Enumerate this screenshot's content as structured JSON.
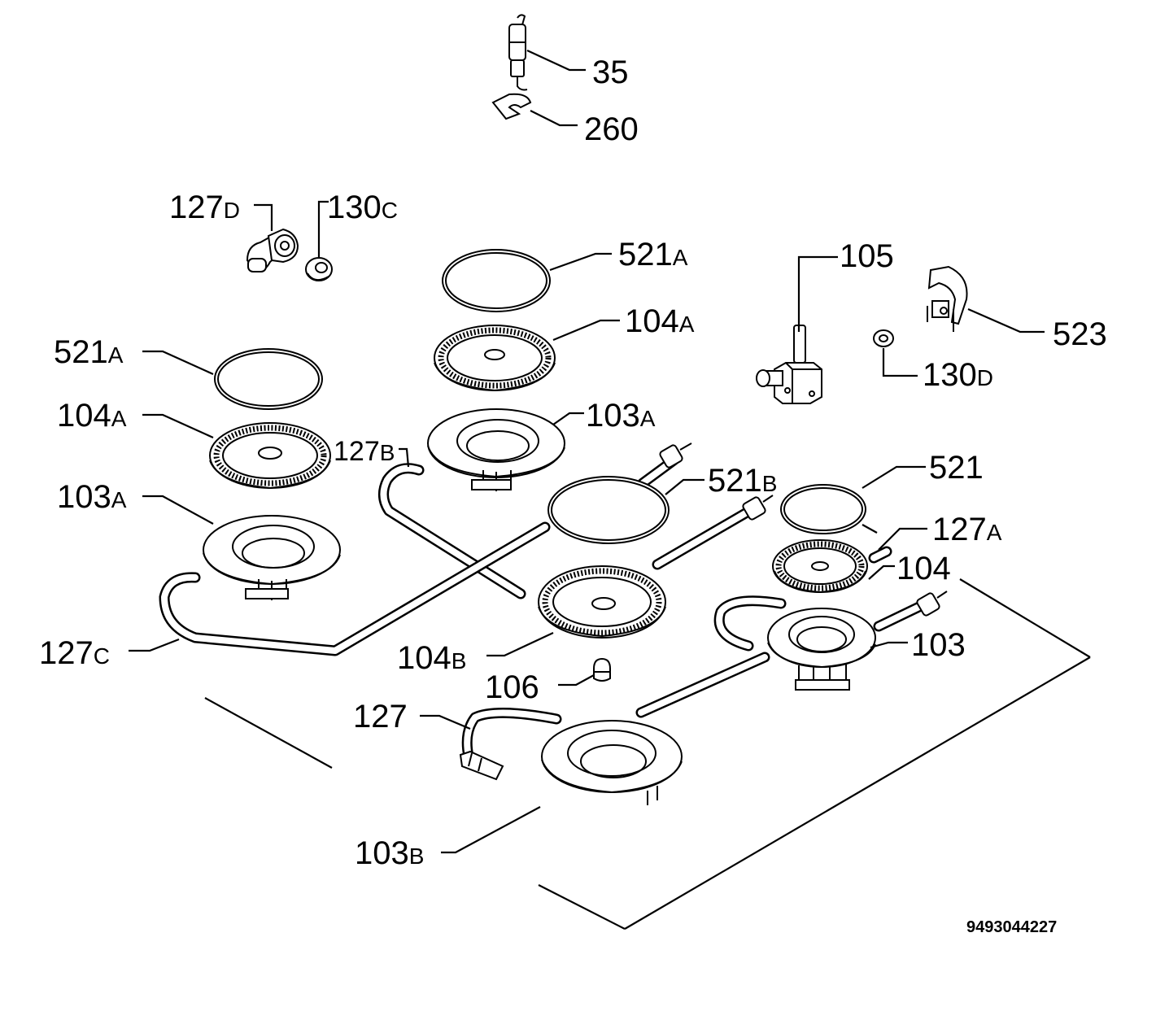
{
  "callouts": {
    "c35": "35",
    "c260": "260",
    "c127d": {
      "num": "127",
      "suffix": "D"
    },
    "c130c": {
      "num": "130",
      "suffix": "C"
    },
    "c521a_top": {
      "num": "521",
      "suffix": "A"
    },
    "c104a_top": {
      "num": "104",
      "suffix": "A"
    },
    "c103a_top": {
      "num": "103",
      "suffix": "A"
    },
    "c521a_left": {
      "num": "521",
      "suffix": "A"
    },
    "c104a_left": {
      "num": "104",
      "suffix": "A"
    },
    "c103a_left": {
      "num": "103",
      "suffix": "A"
    },
    "c127b": {
      "num": "127",
      "suffix": "B"
    },
    "c105": "105",
    "c523": "523",
    "c130d": {
      "num": "130",
      "suffix": "D"
    },
    "c521b": {
      "num": "521",
      "suffix": "B"
    },
    "c521": "521",
    "c127a": {
      "num": "127",
      "suffix": "A"
    },
    "c104": "104",
    "c103": "103",
    "c127c": {
      "num": "127",
      "suffix": "C"
    },
    "c104b": {
      "num": "104",
      "suffix": "B"
    },
    "c106": "106",
    "c127": "127",
    "c103b": {
      "num": "103",
      "suffix": "B"
    }
  },
  "drawing_code": "9493044227"
}
